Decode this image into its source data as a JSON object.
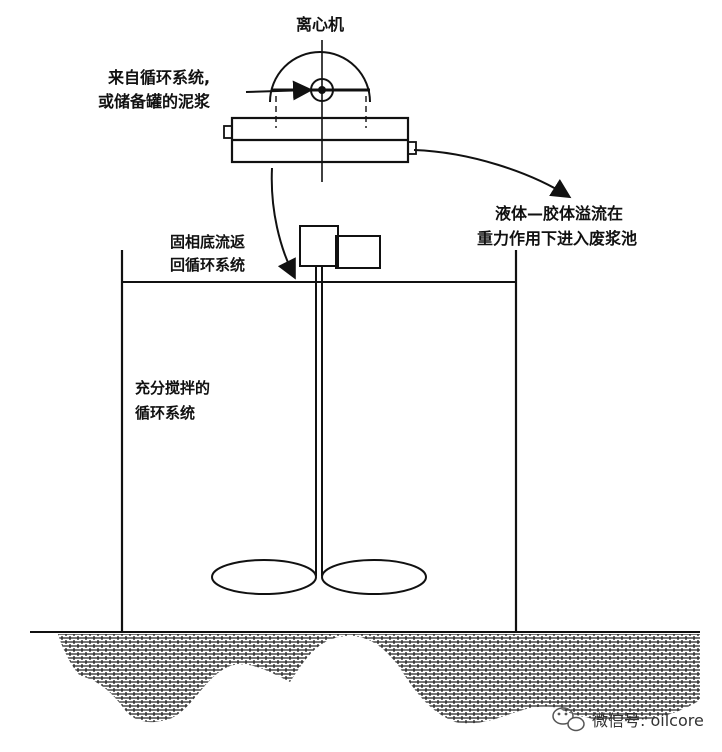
{
  "labels": {
    "centrifuge": "离心机",
    "inlet_line1": "来自循环系统,",
    "inlet_line2": "或储备罐的泥浆",
    "overflow_line1": "液体—胶体溢流在",
    "overflow_line2": "重力作用下进入废浆池",
    "solids_line1": "固相底流返",
    "solids_line2": "回循环系统",
    "tank_line1": "充分搅拌的",
    "tank_line2": "循环系统"
  },
  "watermark": {
    "icon": "wechat-icon",
    "text": "微信号: oilcore"
  },
  "colors": {
    "ink": "#111111",
    "background": "#ffffff",
    "watermark": "#333333"
  }
}
